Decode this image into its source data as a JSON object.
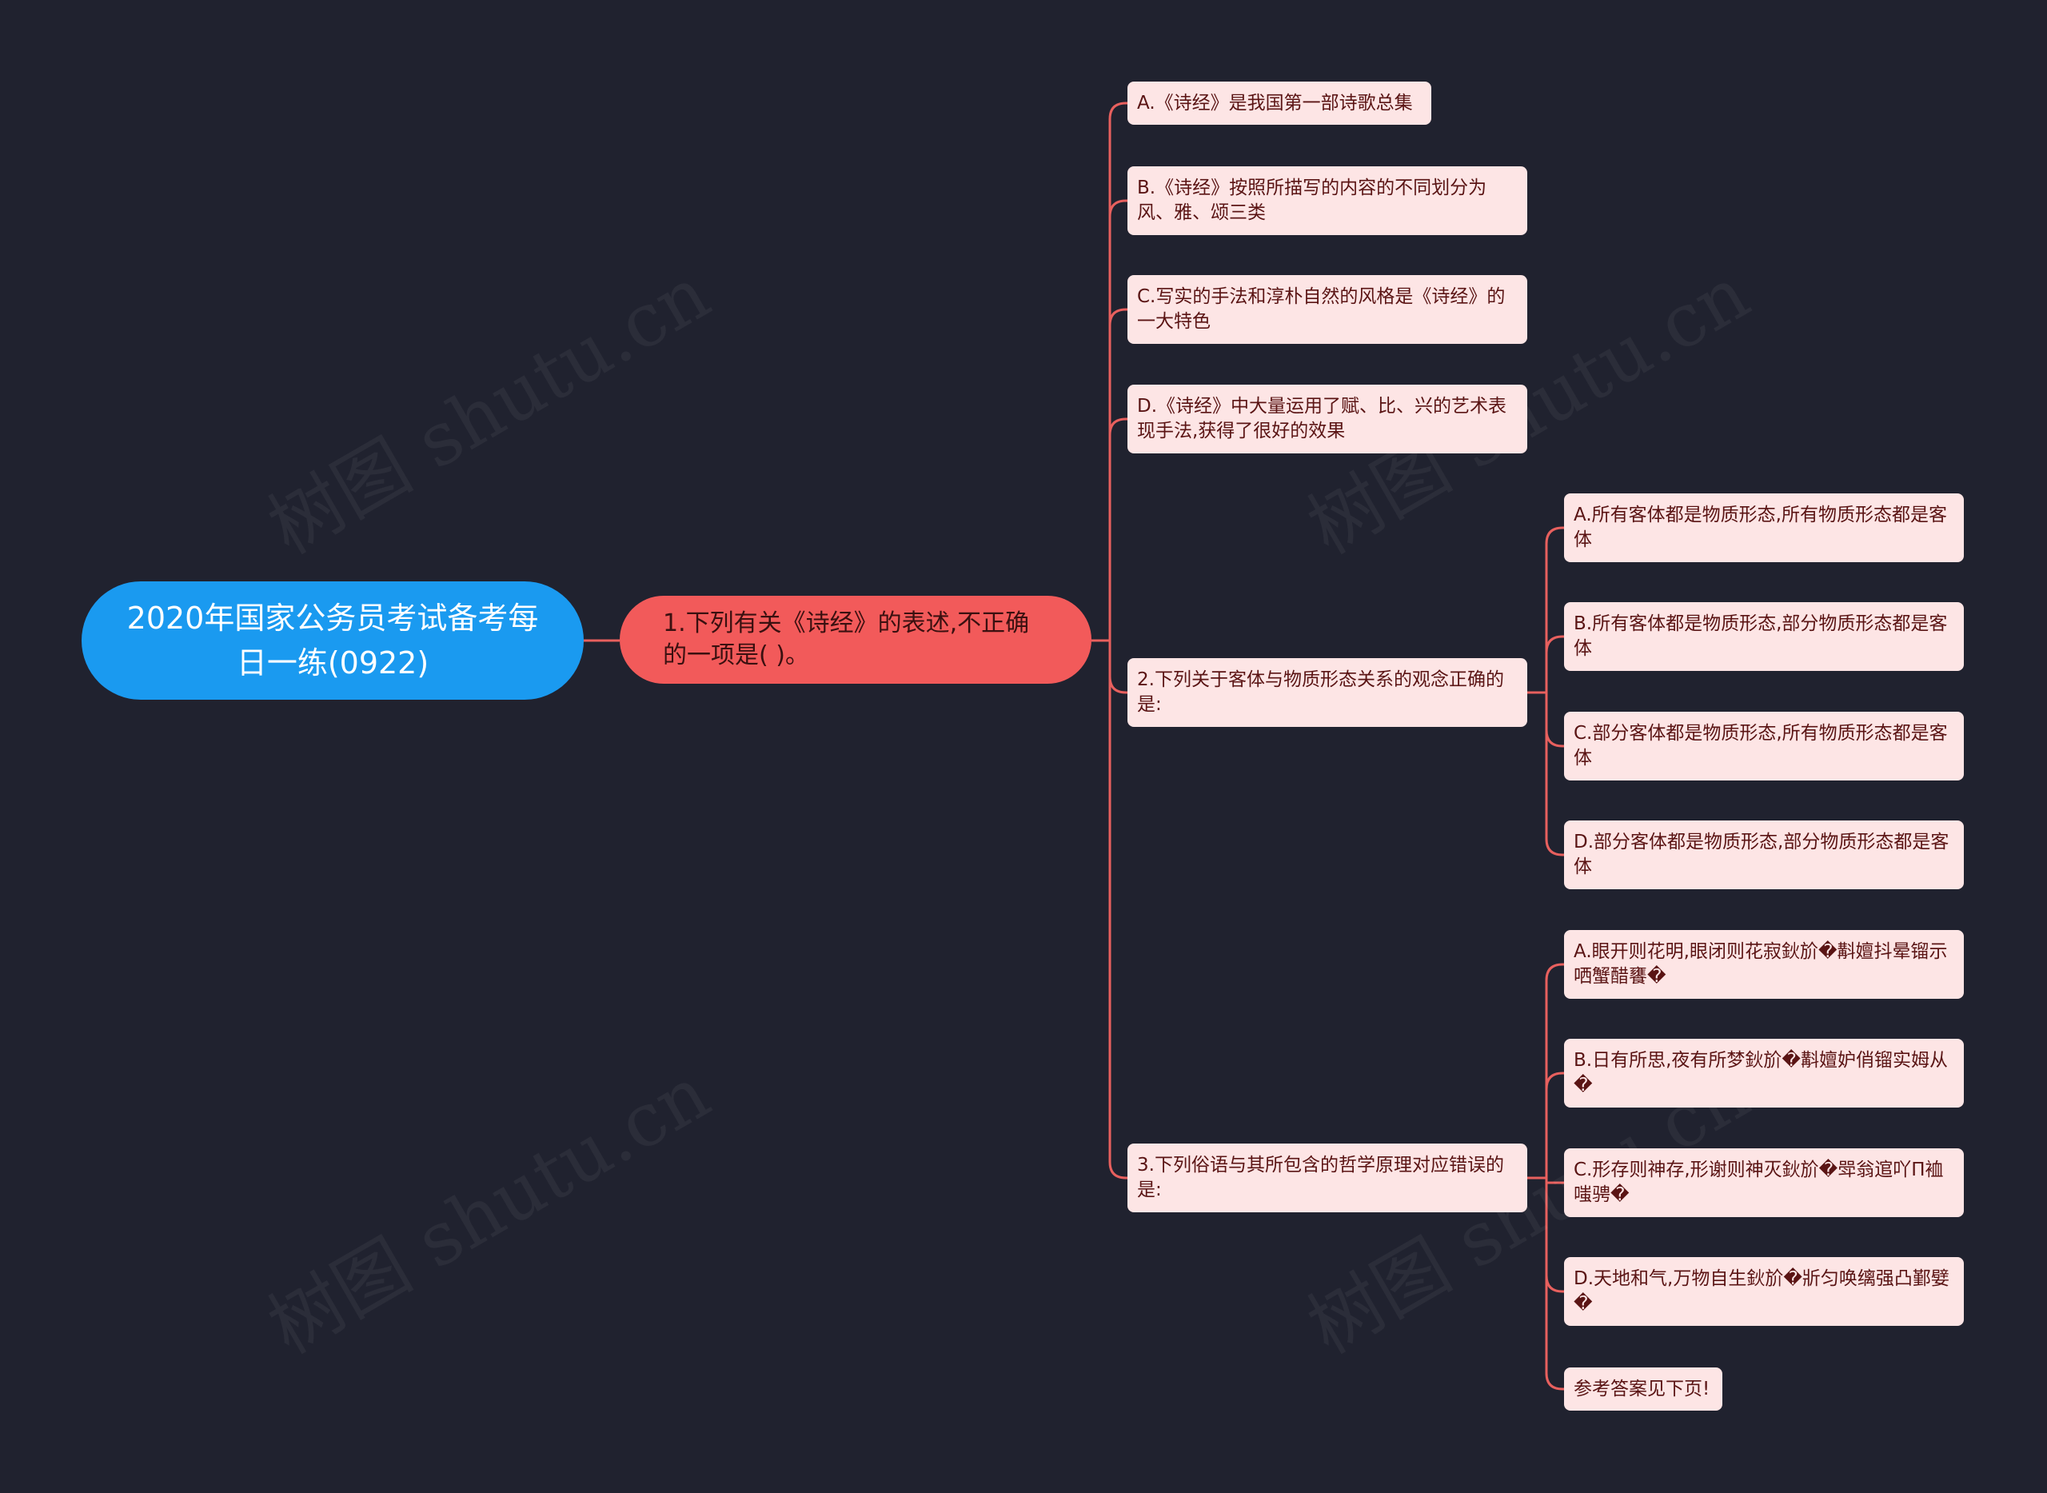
{
  "root": {
    "title": "2020年国家公务员考试备考每日一练(0922)"
  },
  "q1": {
    "label": "1.下列有关《诗经》的表述,不正确的一项是( )。",
    "options": [
      "A.《诗经》是我国第一部诗歌总集",
      "B.《诗经》按照所描写的内容的不同划分为风、雅、颂三类",
      "C.写实的手法和淳朴自然的风格是《诗经》的一大特色",
      "D.《诗经》中大量运用了赋、比、兴的艺术表现手法,获得了很好的效果"
    ]
  },
  "q2": {
    "label": "2.下列关于客体与物质形态关系的观念正确的是:",
    "options": [
      "A.所有客体都是物质形态,所有物质形态都是客体",
      "B.所有客体都是物质形态,部分物质形态都是客体",
      "C.部分客体都是物质形态,所有物质形态都是客体",
      "D.部分客体都是物质形态,部分物质形态都是客体"
    ]
  },
  "q3": {
    "label": "3.下列俗语与其所包含的哲学原理对应错误的是:",
    "options": [
      "A.眼开则花明,眼闭则花寂鈥斺�斠嬗抖晕镏示哂蟹醋饔�",
      "B.日有所思,夜有所梦鈥斺�斠嬗妒俏镏实姆从�",
      "C.形存则神存,形谢则神灭鈥斺�斝翁逭吖П裇嗤骋�",
      "D.天地和气,万物自生鈥斺�斨匀唤缡强凸鄞嬖�",
      "参考答案见下页!"
    ]
  },
  "colors": {
    "background": "#20222f",
    "root": "#1a9af0",
    "q1": "#f25a5a",
    "leaf": "#fde5e5",
    "line": "#e8605e"
  },
  "watermark": "树图 shutu.cn"
}
